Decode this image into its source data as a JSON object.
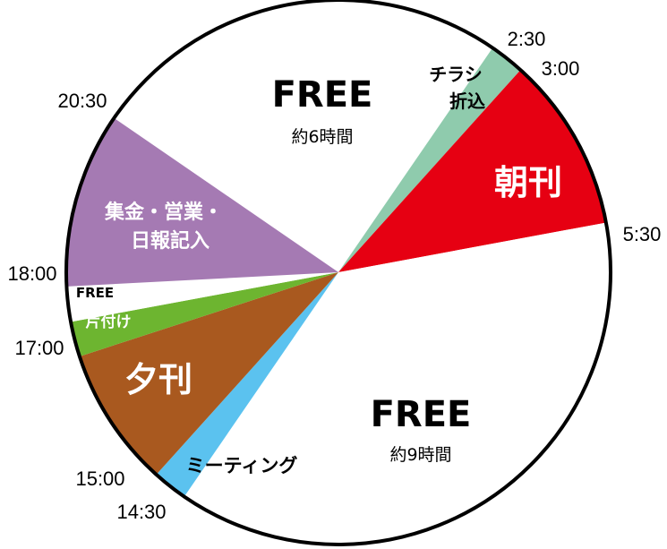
{
  "chart_data": {
    "type": "pie",
    "unit": "hours",
    "slices": [
      {
        "label": "FREE",
        "sub": "約6時間",
        "start": "20:30",
        "end": "2:30",
        "hours": 6,
        "color": "#ffffff"
      },
      {
        "label": "チラシ折込",
        "start": "2:30",
        "end": "3:00",
        "hours": 0.5,
        "color": "#8fcbad"
      },
      {
        "label": "朝刊",
        "start": "3:00",
        "end": "5:30",
        "hours": 2.5,
        "color": "#e60012"
      },
      {
        "label": "FREE",
        "sub": "約9時間",
        "start": "5:30",
        "end": "14:30",
        "hours": 9,
        "color": "#ffffff"
      },
      {
        "label": "ミーティング",
        "start": "14:30",
        "end": "15:00",
        "hours": 0.5,
        "color": "#5bc2ef"
      },
      {
        "label": "夕刊",
        "start": "15:00",
        "end": "17:00",
        "hours": 2,
        "color": "#a9591f"
      },
      {
        "label": "片付け",
        "start": "17:00",
        "end": "17:30",
        "hours": 0.5,
        "color": "#6db530"
      },
      {
        "label": "FREE",
        "start": "17:30",
        "end": "18:00",
        "hours": 0.5,
        "color": "#ffffff"
      },
      {
        "label": "集金・営業・日報記入",
        "start": "18:00",
        "end": "20:30",
        "hours": 2.5,
        "color": "#a57ab3"
      }
    ],
    "time_labels": [
      "2:30",
      "3:00",
      "5:30",
      "14:30",
      "15:00",
      "17:00",
      "18:00",
      "20:30"
    ]
  }
}
